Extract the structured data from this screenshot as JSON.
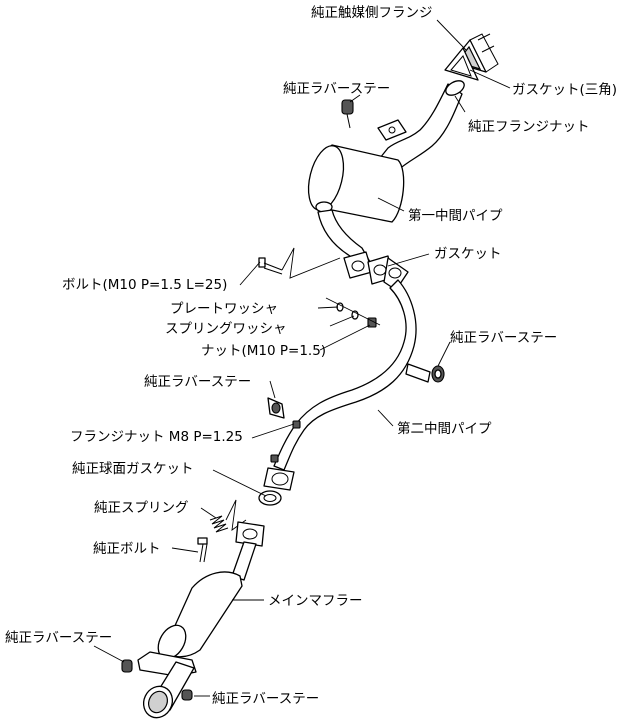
{
  "labels": {
    "cat_flange": "純正触媒側フランジ",
    "gasket_triangle": "ガスケット(三角)",
    "flange_nut_top": "純正フランジナット",
    "rubber_stay_top": "純正ラバーステー",
    "first_mid_pipe": "第一中間パイプ",
    "gasket": "ガスケット",
    "bolt": "ボルト(M10 P=1.5 L=25)",
    "plate_washer": "プレートワッシャ",
    "spring_washer": "スプリングワッシャ",
    "nut": "ナット(M10 P=1.5)",
    "rubber_stay_right": "純正ラバーステー",
    "rubber_stay_mid": "純正ラバーステー",
    "second_mid_pipe": "第二中間パイプ",
    "flange_nut_m8": "フランジナット M8 P=1.25",
    "ball_gasket": "純正球面ガスケット",
    "spring": "純正スプリング",
    "oem_bolt": "純正ボルト",
    "main_muffler": "メインマフラー",
    "rubber_stay_left": "純正ラバーステー",
    "rubber_stay_bottom": "純正ラバーステー"
  }
}
